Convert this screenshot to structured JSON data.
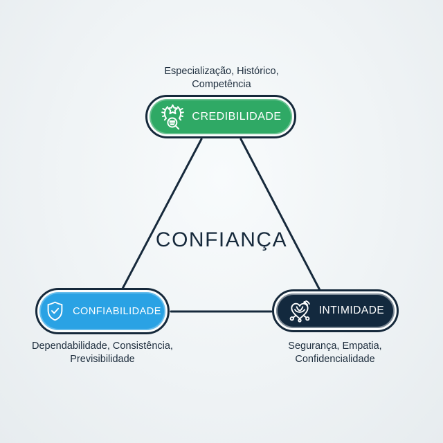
{
  "title": "CONFIANÇA",
  "colors": {
    "background_center": "#F8FBFC",
    "background_edge": "#E7ECEF",
    "line": "#16293B",
    "annotation_text": "#1C2C3C",
    "pill_border": "#16293B",
    "pill_text": "#FFFFFF",
    "credibilidade_fill": "#2FA965",
    "confiabilidade_fill": "#2AA2E4",
    "intimidade_fill": "#13293E"
  },
  "nodes": {
    "credibilidade": {
      "label": "CREDIBILIDADE",
      "icon": "award-search-icon",
      "annotation": {
        "line1": "Especialização, Histórico,",
        "line2": "Competência"
      }
    },
    "confiabilidade": {
      "label": "CONFIABILIDADE",
      "icon": "shield-check-icon",
      "annotation": {
        "line1": "Dependabilidade, Consistência,",
        "line2": "Previsibilidade"
      }
    },
    "intimidade": {
      "label": "INTIMIDADE",
      "icon": "connected-heart-icon",
      "annotation": {
        "line1": "Segurança, Empatia,",
        "line2": "Confidencialidade"
      }
    }
  }
}
